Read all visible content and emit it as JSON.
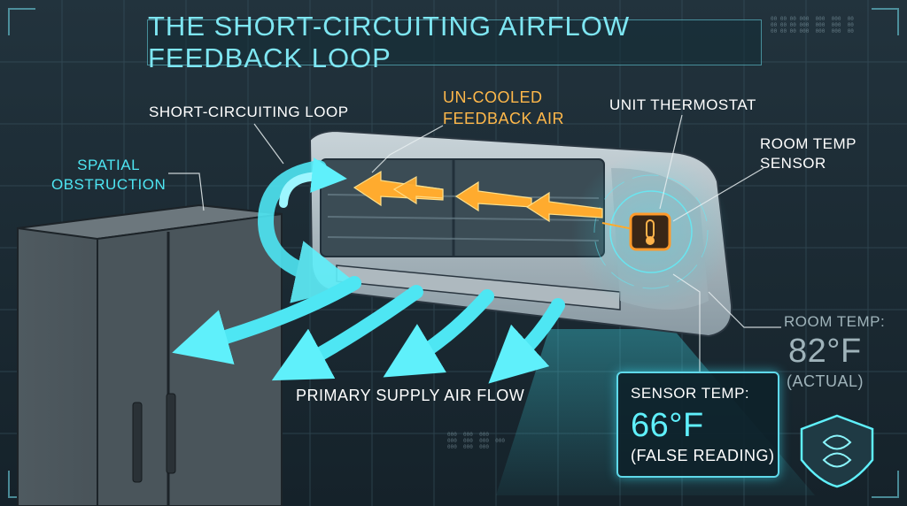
{
  "title": "THE SHORT-CIRCUITING AIRFLOW FEEDBACK LOOP",
  "labels": {
    "short_circuit": "SHORT-CIRCUITING LOOP",
    "uncooled_line1": "UN-COOLED",
    "uncooled_line2": "FEEDBACK AIR",
    "unit_thermostat": "UNIT THERMOSTAT",
    "room_sensor_line1": "ROOM TEMP",
    "room_sensor_line2": "SENSOR",
    "spatial_line1": "SPATIAL",
    "spatial_line2": "OBSTRUCTION",
    "primary_flow": "PRIMARY SUPPLY AIR FLOW"
  },
  "room_temp": {
    "label": "ROOM TEMP:",
    "value": "82°F",
    "note": "(ACTUAL)"
  },
  "sensor_temp": {
    "label": "SENSOR TEMP:",
    "value": "66°F",
    "note": "(FALSE READING)"
  },
  "colors": {
    "background": "#1c2a33",
    "cyan_accent": "#3fe2f0",
    "orange_accent": "#ffab2e",
    "title_text": "#7ee6f2",
    "room_temp_text": "#9fb3ba"
  },
  "icons": {
    "thermostat": "thermometer-icon",
    "badge": "shield-logo-icon"
  }
}
